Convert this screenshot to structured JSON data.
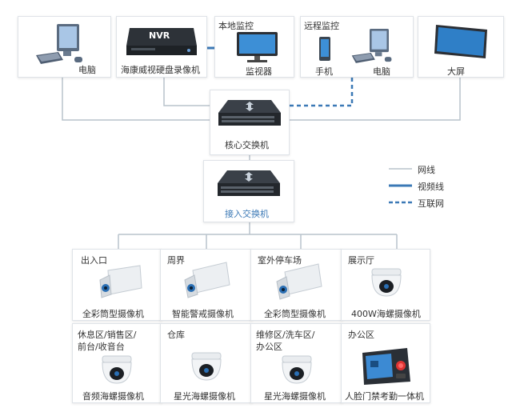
{
  "top": {
    "pc_left": "电脑",
    "nvr_label": "NVR",
    "nvr_caption": "海康威视硬盘录像机",
    "local_title": "本地监控",
    "local_caption": "监视器",
    "remote_title": "远程监控",
    "phone": "手机",
    "pc_remote": "电脑",
    "bigscreen": "大屏"
  },
  "core_switch": "核心交换机",
  "access_switch": "接入交换机",
  "legend": {
    "network": "网线",
    "video": "视频线",
    "internet": "互联网"
  },
  "colors": {
    "line_gray": "#b9c3cc",
    "line_blue": "#3b79b6",
    "accent_text": "#3a78b5"
  },
  "row1": [
    {
      "area": "出入口",
      "device": "全彩筒型摄像机"
    },
    {
      "area": "周界",
      "device": "智能警戒摄像机"
    },
    {
      "area": "室外停车场",
      "device": "全彩筒型摄像机"
    },
    {
      "area": "展示厅",
      "device": "400W海螺摄像机"
    }
  ],
  "row2": [
    {
      "area_line1": "休息区/销售区/",
      "area_line2": "前台/收音台",
      "device": "音频海螺摄像机"
    },
    {
      "area_line1": "仓库",
      "area_line2": "",
      "device": "星光海螺摄像机"
    },
    {
      "area_line1": "维修区/洗车区/",
      "area_line2": "办公区",
      "device": "星光海螺摄像机"
    },
    {
      "area_line1": "办公区",
      "area_line2": "",
      "device": "人脸门禁考勤一体机"
    }
  ]
}
